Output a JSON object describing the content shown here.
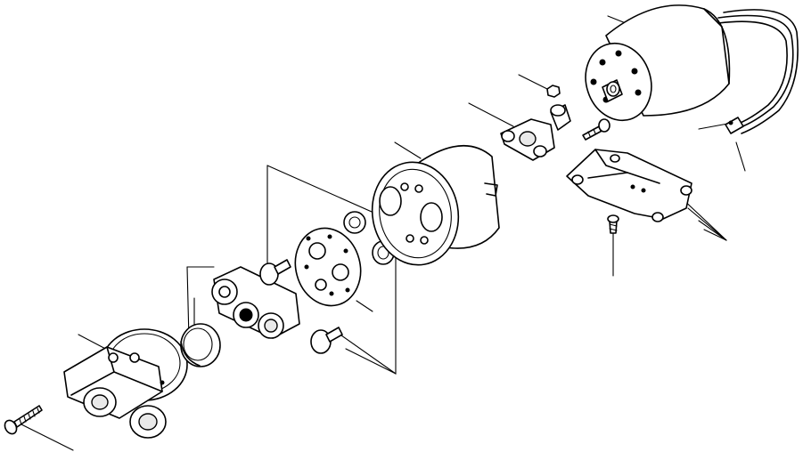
{
  "diagram": {
    "type": "exploded-parts-view",
    "labels": [],
    "parts": [
      {
        "id": "screw-long",
        "icon": "long-screw"
      },
      {
        "id": "pump-head",
        "icon": "pump-head-housing"
      },
      {
        "id": "ring-seal",
        "icon": "ring"
      },
      {
        "id": "valve-body",
        "icon": "valve-body"
      },
      {
        "id": "check-valve-upper",
        "icon": "check-valve"
      },
      {
        "id": "check-valve-lower",
        "icon": "check-valve"
      },
      {
        "id": "valve-plate",
        "icon": "valve-plate"
      },
      {
        "id": "o-ring-upper",
        "icon": "o-ring"
      },
      {
        "id": "o-ring-lower",
        "icon": "o-ring"
      },
      {
        "id": "pump-housing",
        "icon": "cylinder-housing"
      },
      {
        "id": "coupling",
        "icon": "motor-coupling"
      },
      {
        "id": "nut",
        "icon": "nut"
      },
      {
        "id": "screw-small",
        "icon": "small-screw"
      },
      {
        "id": "motor",
        "icon": "electric-motor"
      },
      {
        "id": "wire-terminal",
        "icon": "wire-terminal"
      },
      {
        "id": "mounting-bracket",
        "icon": "mounting-bracket"
      },
      {
        "id": "bracket-screw",
        "icon": "small-screw"
      }
    ]
  }
}
